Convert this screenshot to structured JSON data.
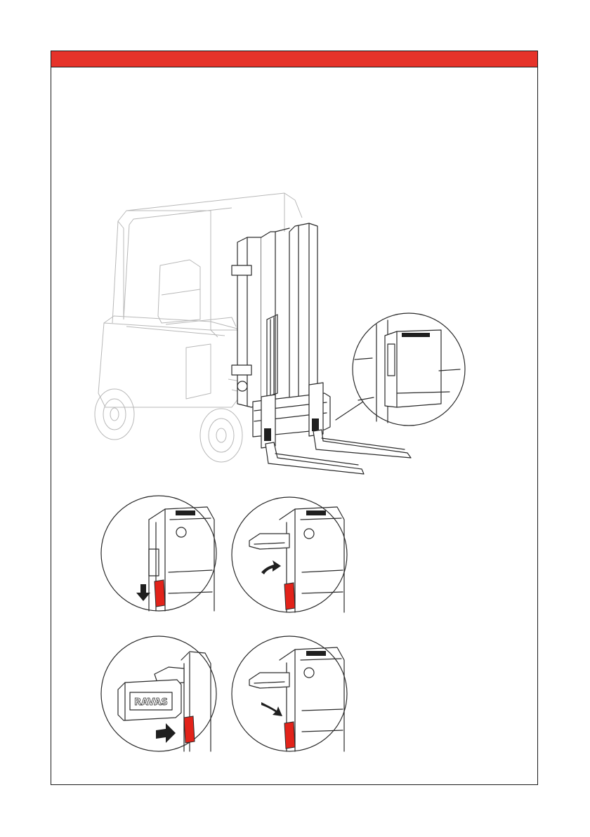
{
  "page": {
    "header_bar_color": "#e6332a",
    "frame_color": "#1a1a1a",
    "latch_color": "#e2231a"
  },
  "illustration": {
    "scale_brand_lettering": "RAVAS",
    "arrows": [
      "arrow-down",
      "arrow-curved-up",
      "arrow-right",
      "arrow-curved-down"
    ]
  }
}
